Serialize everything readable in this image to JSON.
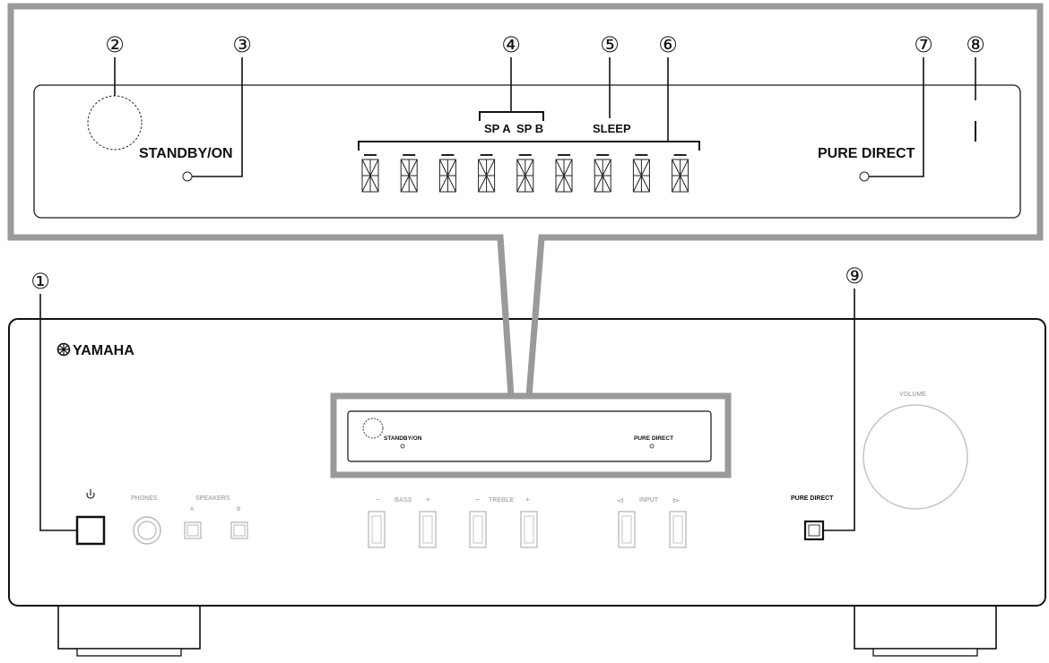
{
  "callouts": [
    "①",
    "②",
    "③",
    "④",
    "⑤",
    "⑥",
    "⑦",
    "⑧",
    "⑨"
  ],
  "display": {
    "standby_label": "STANDBY/ON",
    "pure_direct_label": "PURE DIRECT",
    "spa_label": "SP A",
    "spb_label": "SP B",
    "sleep_label": "SLEEP",
    "segment_count": 9
  },
  "front": {
    "brand": "YAMAHA",
    "brand_icon": "yamaha-tuning-fork-logo",
    "power_icon": "power-icon",
    "phones_label": "PHONES",
    "speakers_label": "SPEAKERS",
    "speaker_a_label": "A",
    "speaker_b_label": "B",
    "bass_label": "BASS",
    "treble_label": "TREBLE",
    "input_label": "INPUT",
    "minus": "−",
    "plus": "+",
    "input_prev": "◅",
    "input_next": "▻",
    "volume_label": "VOLUME",
    "pure_direct_label": "PURE DIRECT",
    "mini_standby_label": "STANDBY/ON",
    "mini_pure_direct_label": "PURE DIRECT"
  },
  "colors": {
    "zoom_frame": "#999999",
    "line": "#1a1a1a",
    "faint": "#b0b0b0"
  }
}
